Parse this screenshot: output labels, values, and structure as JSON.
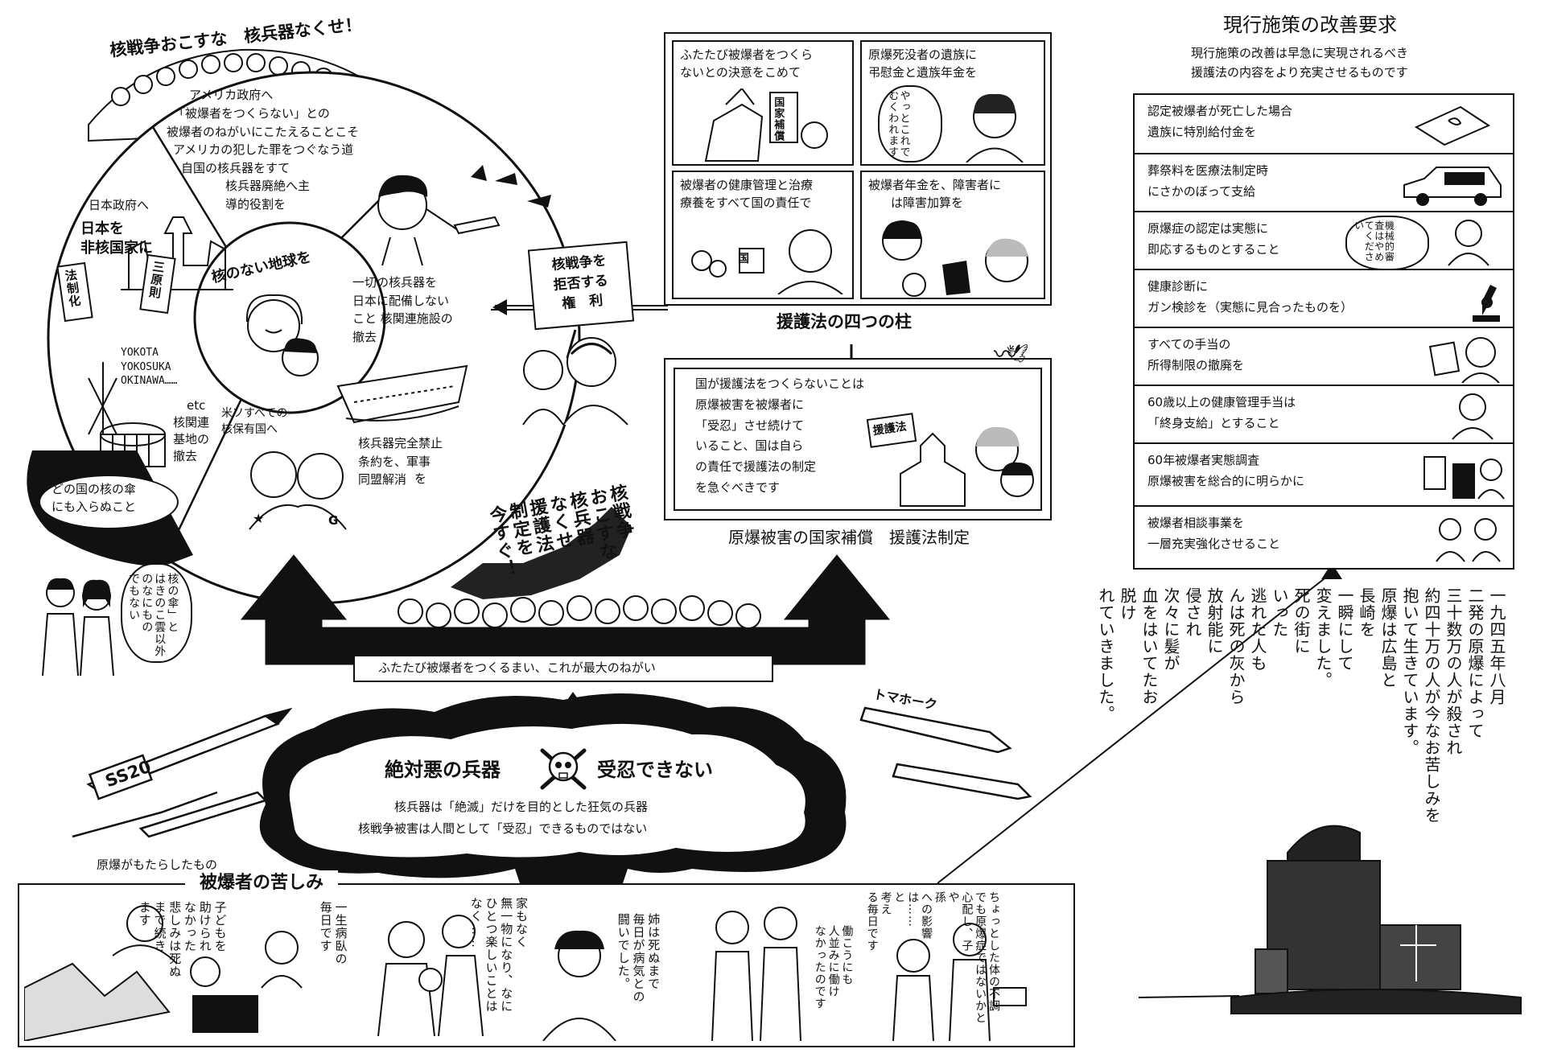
{
  "top_slogan": "核戦争おこすな　核兵器なくせ！",
  "circle": {
    "usa_heading": "アメリカ政府へ",
    "usa_lines": [
      "「被爆者をつくらない」との",
      "被爆者のねがいにこたえることこそ",
      "アメリカの犯した罪をつぐなう道",
      "自国の核兵器をすて",
      "核兵器廃絶へ主",
      "導的役割を"
    ],
    "japan_heading": "日本政府へ",
    "japan_title_1": "日本を",
    "japan_title_2": "非核国家に",
    "law_sign": "法制化",
    "principles_sign": "三原則",
    "center": "核のない地球を",
    "deploy_lines": [
      "一切の核兵器を",
      "日本に配備しない",
      "こと 核関連施設の",
      "撤去"
    ],
    "bases_lines": [
      "YOKOTA",
      "YOKOSUKA",
      "OKINAWA……"
    ],
    "bases_etc": "etc",
    "bases_removal": [
      "核関連",
      "基地の",
      "撤去"
    ],
    "ussr_lines": [
      "米ソすべての",
      "核保有国へ"
    ],
    "treaty_lines": [
      "核兵器完全禁止",
      "条約を、軍事",
      "同盟解消",
      "を"
    ],
    "umbrella_lines": [
      "どの国の核の傘",
      "にも入らぬこと"
    ],
    "umbrella_bubble": [
      "核の傘」と",
      "はきのこ雲以外",
      "のなにもの",
      "でもない"
    ]
  },
  "right_to_refuse_sign": [
    "核戦争を",
    "拒否する",
    "権　利"
  ],
  "vertical_slogan": [
    "核戦争",
    "おこすな",
    "核兵器",
    "なくせ",
    "援護法",
    "制定を",
    "今すぐ！"
  ],
  "four_pillars": {
    "panels": [
      {
        "lines": [
          "ふたたび被爆者をつくら",
          "ないとの決意をこめて"
        ],
        "sign": "国家補償"
      },
      {
        "lines": [
          "原爆死没者の遺族に",
          "弔慰金と遺族年金を"
        ],
        "bubble": "やっとこれでむくわれます"
      },
      {
        "lines": [
          "被爆者の健康管理と治療",
          "療養をすべて国の責任で"
        ],
        "sign": "国"
      },
      {
        "lines": [
          "被爆者年金を、障害者に",
          "は障害加算を"
        ]
      }
    ],
    "title": "援護法の四つの柱",
    "main_lines": [
      "国が援護法をつくらないことは",
      "原爆被害を被爆者に",
      "「受忍」させ続けて",
      "いること、国は自ら",
      "の責任で援護法の制定",
      "を急ぐべきです"
    ],
    "main_sign": "援護法",
    "caption": "原爆被害の国家補償　援護法制定"
  },
  "requests": {
    "title": "現行施策の改善要求",
    "subtitle_1": "現行施策の改善は早急に実現されるべき",
    "subtitle_2": "援護法の内容をより充実させるものです",
    "items": [
      {
        "line1": "認定被爆者が死亡した場合",
        "line2": "遺族に特別給付金を"
      },
      {
        "line1": "葬祭料を医療法制定時",
        "line2": "にさかのぼって支給"
      },
      {
        "line1": "原爆症の認定は実態に",
        "line2": "即応するものとすること",
        "bubble": "機械的審査はやめてください"
      },
      {
        "line1": "健康診断に",
        "line2": "ガン検診を（実態に見合ったものを）"
      },
      {
        "line1": "すべての手当の",
        "line2": "所得制限の撤廃を"
      },
      {
        "line1": "60歳以上の健康管理手当は",
        "line2": "「終身支給」とすること"
      },
      {
        "line1": "60年被爆者実態調査",
        "line2": "原爆被害を総合的に明らかに"
      },
      {
        "line1": "被爆者相談事業を",
        "line2": "一層充実強化させること"
      }
    ]
  },
  "arrow_banner": "ふたたび被爆者をつくるまい、これが最大のねがい",
  "tomahawk": "トマホーク",
  "ss20": "SS20",
  "cloud": {
    "title_left": "絶対悪の兵器",
    "title_right": "受忍できない",
    "line1": "核兵器は「絶滅」だけを目的とした狂気の兵器",
    "line2": "核戦争被害は人間として「受忍」できるものではない"
  },
  "history_vertical": [
    "一九四五年八月",
    "二発の原爆によって",
    "三十数万の人が殺され",
    "約四十万の人が今なお苦しみを",
    "抱いて生きています。",
    "原爆は広島と",
    "長崎を",
    "一瞬にして",
    "変えました。",
    "死の街に",
    "いった",
    "逃れた人も",
    "んは死の灰から",
    "放射能に",
    "侵され",
    "次々に髪が",
    "血をはいてたお",
    "脱け",
    "れていきました。"
  ],
  "suffering": {
    "label": "原爆がもたらしたもの",
    "title": "被爆者の苦しみ",
    "captions": [
      [
        "子どもを",
        "助けられ",
        "なかった",
        "悲しみは死ぬ",
        "まで続き",
        "ます"
      ],
      [
        "一生病臥の",
        "毎日です"
      ],
      [
        "家もなく",
        "無一物になり、なに",
        "ひとつ楽しいことは",
        "なく……"
      ],
      [
        "姉は死ぬまで",
        "毎日が病気との",
        "闘いでした。"
      ],
      [
        "ちょっとした体の不調",
        "でも原爆症ではないかと",
        "心配し、子",
        "や",
        "孫",
        "への影響",
        "は……",
        "と",
        "考え",
        "る毎日です"
      ],
      [
        "働こうにも",
        "人並みに働け",
        "なかったのです"
      ]
    ]
  }
}
